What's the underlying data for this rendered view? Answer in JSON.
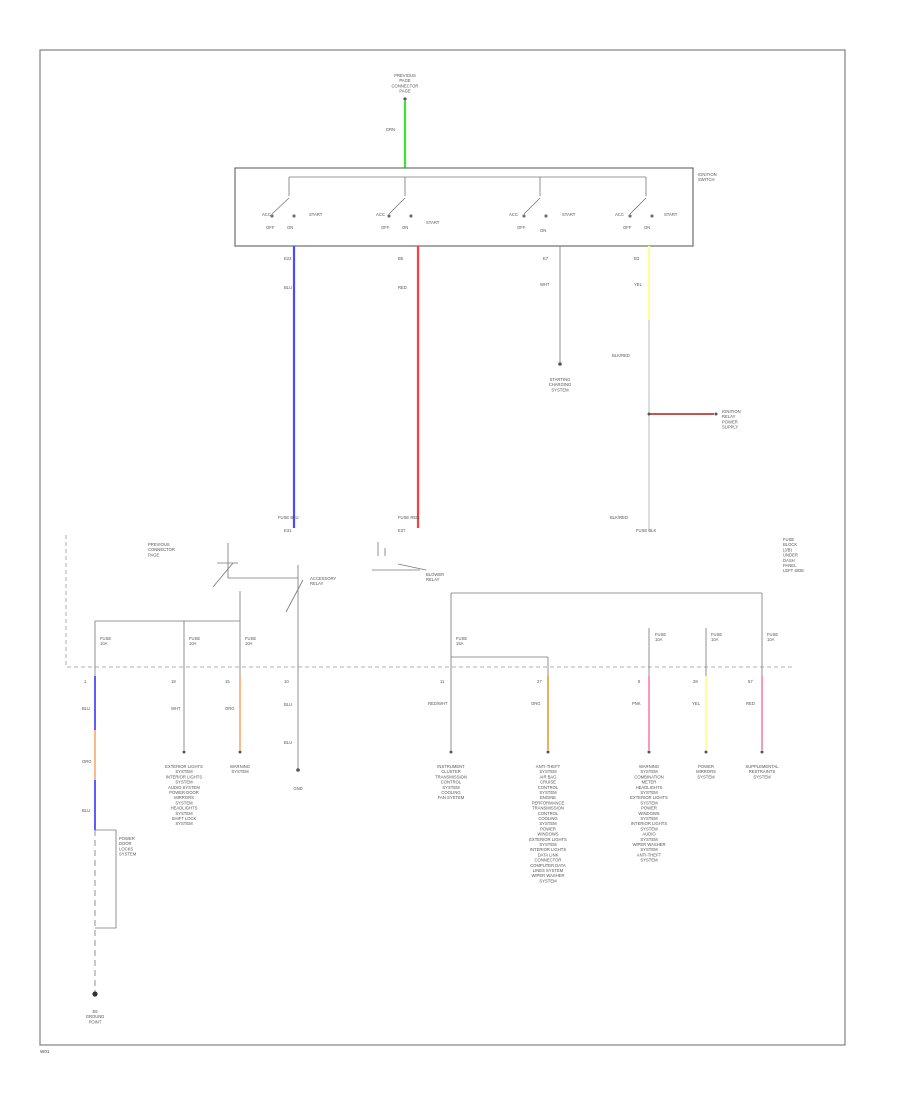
{
  "labels": {
    "top_source": "PREVIOUS\nPAGE\nCONNECTOR\nPAGE",
    "top_wire": "GRN",
    "switch_box": "IGNITION\nSWITCH",
    "sw_acc": "ACC",
    "sw_off": "OFF",
    "sw_on": "ON",
    "sw_start": "START",
    "pin_blu_top": "E23",
    "pin_red_top": "B5",
    "pin_e7": "E7",
    "pin_b3": "B3",
    "wire_blu": "BLU",
    "wire_red": "RED",
    "wire_wht": "WHT",
    "wire_yel": "YEL",
    "starting_dest": "STARTING\nCHARGING\nSYSTEM",
    "yel_split_a": "BLK/RED",
    "yel_split_b": "BLK/RED",
    "ignition_relay_dest": "IGNITION\nRELAY\nPOWER\nSUPPLY",
    "pin_blu_bottom": "E31",
    "pin_red_bottom": "E37",
    "conn_blu_bottom": "FUSE BLU",
    "conn_red_bottom": "FUSE RED",
    "conn_yel_bottom": "FUSE BLK",
    "fuse_block_title": "FUSE\nBLOCK\n(J/B)\nUNDER\nDASH\nPANEL\nLEFT SIDE",
    "accessory_relay": "ACCESSORY\nRELAY",
    "blower_relay": "BLOWER\nRELAY",
    "prev_conn": "PREVIOUS\nCONNECTOR\nPAGE",
    "fuse_1": "FUSE\n10A",
    "fuse_2": "FUSE\n10A",
    "fuse_3": "FUSE\n10A",
    "fuse_4": "FUSE\n15A",
    "fuse_5": "FUSE\n10A",
    "fuse_6": "FUSE\n10A",
    "fuse_7": "FUSE\n10A",
    "b_pin_1": "1",
    "b_pin_2": "18",
    "b_pin_3": "15",
    "b_pin_4": "10",
    "b_pin_5": "11",
    "b_pin_6": "27",
    "b_pin_7": "8",
    "b_pin_8": "28",
    "b_pin_9": "57",
    "w_blu_1": "BLU",
    "w_org": "ORG",
    "w_blu_2": "BLU",
    "w_wht_1": "WHT",
    "w_org_2": "ORG",
    "w_blu_3": "BLU",
    "w_blu_4": "BLU",
    "w_redwht": "RED/WHT",
    "w_org_3": "ORG",
    "w_pnk": "PNK",
    "w_yel_2": "YEL",
    "w_red_2": "RED",
    "gnd_a": "GND",
    "gnd_label": "E6",
    "dest_power_door": "POWER\nDOOR\nLOCKS\nSYSTEM",
    "dest_exterior": "EXTERIOR LIGHTS\nSYSTEM\nINTERIOR LIGHTS\nSYSTEM\nAUDIO SYSTEM\nPOWER DOOR\nMIRRORS\nSYSTEM\nHEADLIGHTS\nSYSTEM\nSHIFT LOCK\nSYSTEM",
    "dest_warning": "WARNING\nSYSTEM",
    "dest_instrument": "INSTRUMENT\nCLUSTER\nTRANSMISSION\nCONTROL\nSYSTEM\nCOOLING\nFAN SYSTEM",
    "dest_big1": "ANTI-THEFT\nSYSTEM\nAIR BAG\nCRUISE\nCONTROL\nSYSTEM\nENGINE\nPERFORMANCE\nTRANSMISSION\nCONTROL\nCOOLING\nSYSTEM\nPOWER\nWINDOWS\nEXTERIOR LIGHTS\nSYSTEM\nINTERIOR LIGHTS\nDATA LINK\nCONNECTOR\nCOMPUTER DATA\nLINES SYSTEM\nWIPER WASHER\nSYSTEM",
    "dest_big2": "WARNING\nSYSTEM\nCOMBINATION\nMETER\nHEADLIGHTS\nSYSTEM\nEXTERIOR LIGHTS\nSYSTEM\nPOWER\nWINDOWS\nSYSTEM\nINTERIOR LIGHTS\nSYSTEM\nAUDIO\nSYSTEM\nWIPER WASHER\nSYSTEM\nANTI-THEFT\nSYSTEM",
    "dest_power_seat": "POWER\nMIRRORS\nSYSTEM",
    "dest_supplemental": "SUPPLEMENTAL\nRESTRAINTS\nSYSTEM",
    "ground_point": "E6\nGROUND\nPOINT",
    "page_ref": "W01"
  },
  "colors": {
    "frame": "#7a7a7a",
    "line": "#666666",
    "green": "#39e635",
    "blue": "#4a4aff",
    "red": "#ff3b3b",
    "yellow": "#ffff9a",
    "orange": "#ffb07a",
    "pink": "#ff8ab0",
    "tan": "#e6b25a",
    "darkred": "#c03a3a"
  }
}
